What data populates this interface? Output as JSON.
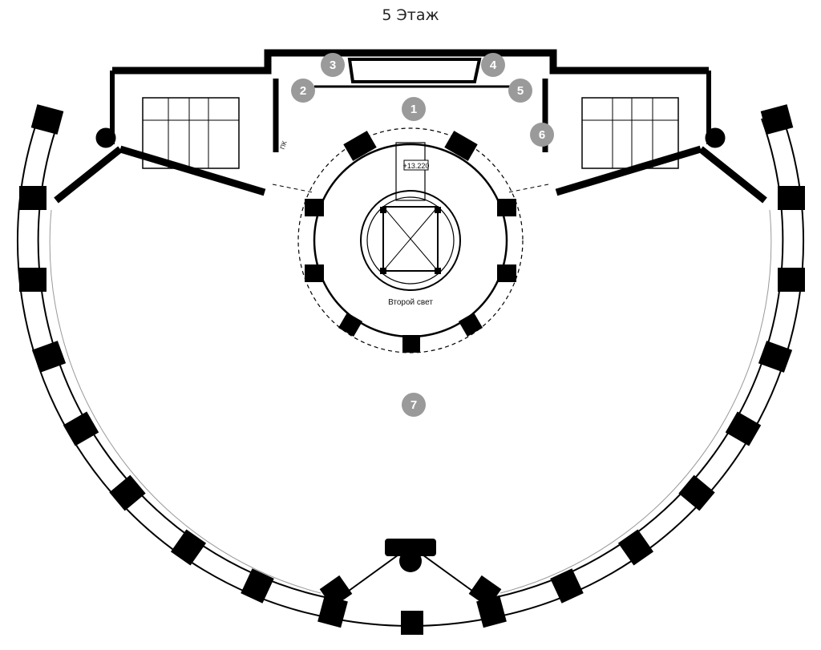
{
  "plan": {
    "title": "5 Этаж",
    "room_markers": [
      "1",
      "2",
      "3",
      "4",
      "5",
      "6",
      "7"
    ],
    "elevation_label": "+13.220",
    "atrium_label": "Второй свет",
    "hydrant_label": "ПК"
  },
  "colors": {
    "wall": "#000000",
    "marker": "#9a9a9a",
    "line": "#222222"
  }
}
